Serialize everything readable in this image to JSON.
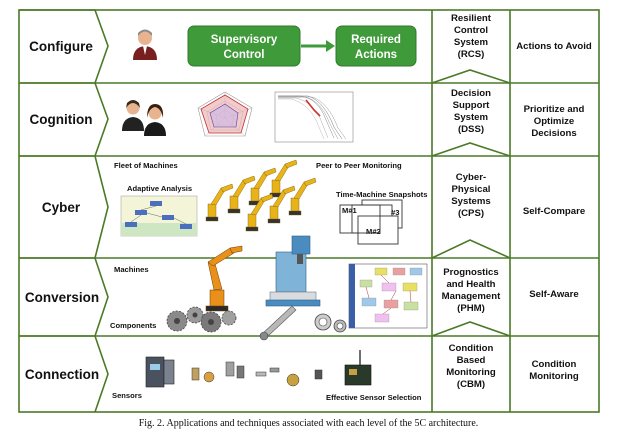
{
  "levels": {
    "configure": "Configure",
    "cognition": "Cognition",
    "cyber": "Cyber",
    "conversion": "Conversion",
    "connection": "Connection"
  },
  "configure_panel": {
    "supervisory_1": "Supervisory",
    "supervisory_2": "Control",
    "required_1": "Required",
    "required_2": "Actions"
  },
  "cyber_panel": {
    "fleet": "Fleet of Machines",
    "adaptive": "Adaptive Analysis",
    "peer": "Peer to Peer Monitoring",
    "time_machine": "Time-Machine Snapshots",
    "snap_1": "M#1",
    "snap_2": "M#2",
    "snap_3": "#3"
  },
  "conversion_panel": {
    "machines": "Machines",
    "components": "Components"
  },
  "connection_panel": {
    "sensors": "Sensors",
    "effective": "Effective Sensor Selection"
  },
  "systems": {
    "rcs": [
      "Resilient",
      "Control",
      "System",
      "(RCS)"
    ],
    "dss": [
      "Decision",
      "Support",
      "System",
      "(DSS)"
    ],
    "cps": [
      "Cyber-",
      "Physical",
      "Systems",
      "(CPS)"
    ],
    "phm": [
      "Prognostics",
      "and Health",
      "Management",
      "(PHM)"
    ],
    "cbm": [
      "Condition",
      "Based",
      "Monitoring",
      "(CBM)"
    ]
  },
  "actions": {
    "configure": [
      "Actions to Avoid"
    ],
    "cognition": [
      "Prioritize and",
      "Optimize",
      "Decisions"
    ],
    "cyber": [
      "Self-Compare"
    ],
    "conversion": [
      "Self-Aware"
    ],
    "connection": [
      "Condition",
      "Monitoring"
    ]
  },
  "caption": "Fig. 2. Applications and techniques associated with each level of the 5C architecture.",
  "colors": {
    "frame_green": "#4a7a26",
    "box_green": "#3f9a3a",
    "box_green_dark": "#2f7a2c"
  }
}
